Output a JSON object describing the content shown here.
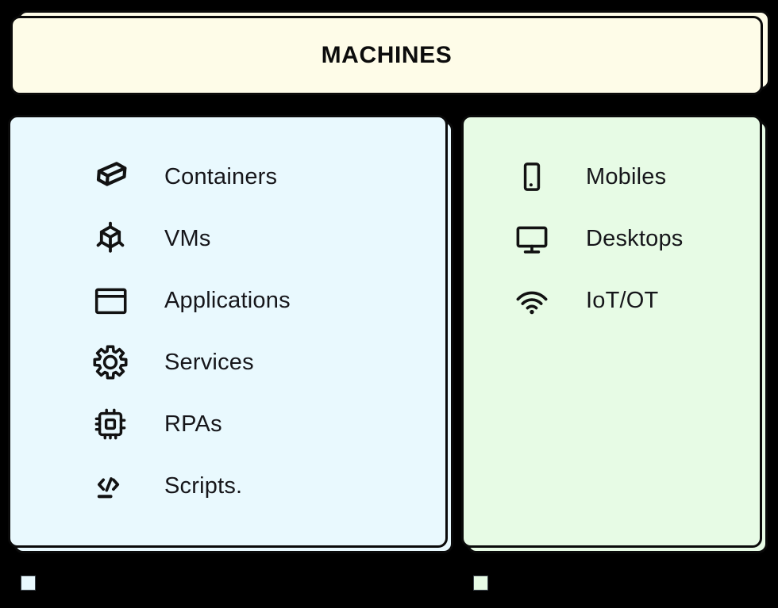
{
  "title": "MACHINES",
  "left_panel": {
    "items": [
      {
        "icon": "container-icon",
        "label": "Containers"
      },
      {
        "icon": "cube-icon",
        "label": "VMs"
      },
      {
        "icon": "app-window-icon",
        "label": "Applications"
      },
      {
        "icon": "gear-icon",
        "label": "Services"
      },
      {
        "icon": "chip-icon",
        "label": "RPAs"
      },
      {
        "icon": "code-icon",
        "label": "Scripts."
      }
    ]
  },
  "right_panel": {
    "items": [
      {
        "icon": "mobile-icon",
        "label": "Mobiles"
      },
      {
        "icon": "desktop-icon",
        "label": "Desktops"
      },
      {
        "icon": "wifi-icon",
        "label": "IoT/OT"
      }
    ]
  },
  "legend": {
    "left_swatch_color": "#E9F9FE",
    "right_swatch_color": "#E7FBE5"
  },
  "colors": {
    "background": "#000000",
    "header_fill": "#FEFCE8",
    "left_panel_fill": "#E9F9FE",
    "right_panel_fill": "#E7FBE5",
    "outline": "#0a0a0a",
    "ink": "#16161a"
  }
}
